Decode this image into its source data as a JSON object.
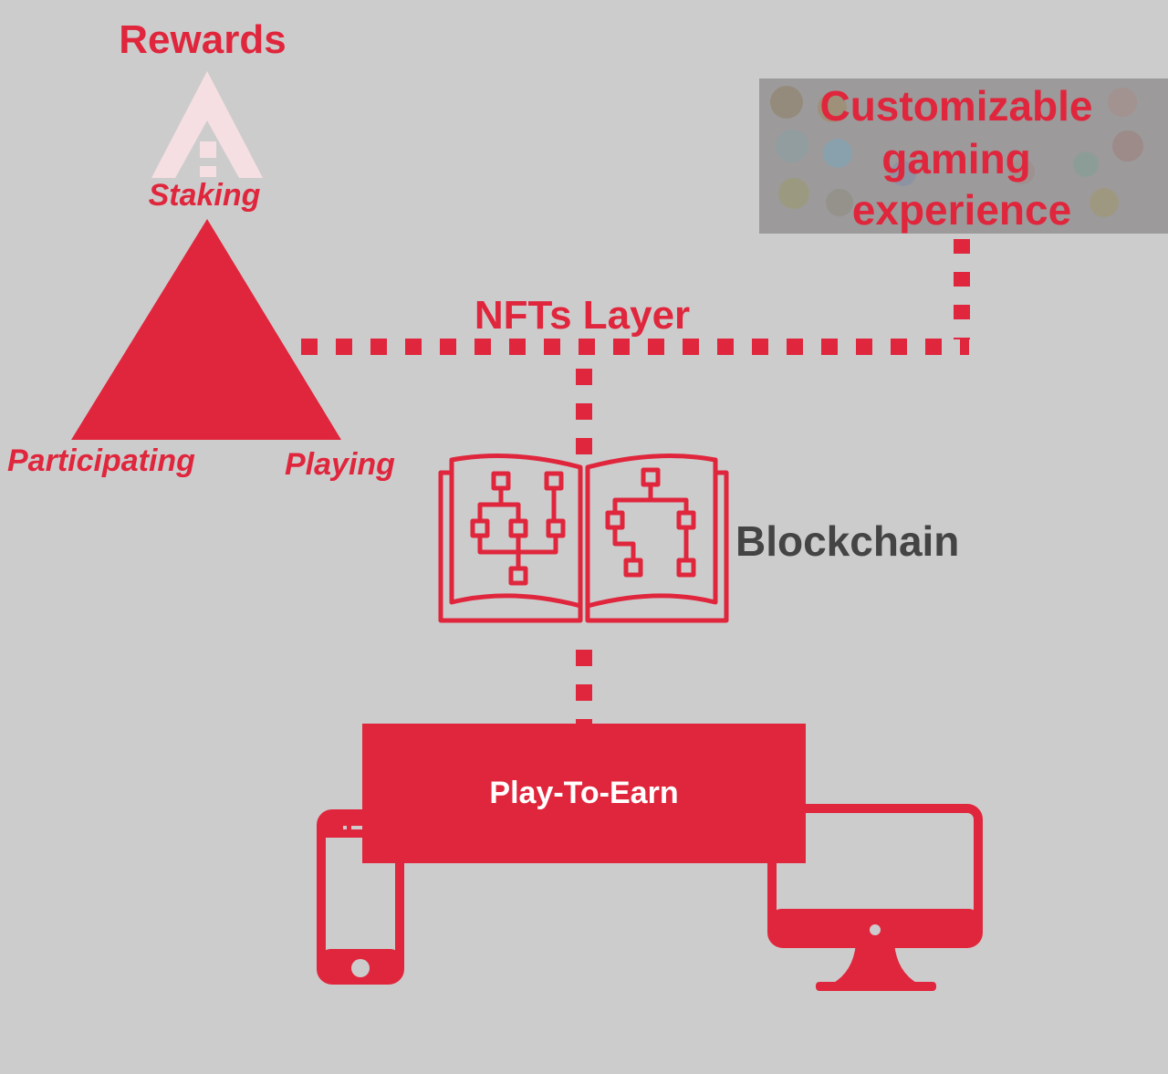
{
  "labels": {
    "rewards": "Rewards",
    "staking": "Staking",
    "participating": "Participating",
    "playing": "Playing",
    "nfts_layer": "NFTs Layer",
    "customizable_line1": "Customizable",
    "customizable_line2": "gaming",
    "customizable_line3": "experience",
    "blockchain": "Blockchain",
    "play_to_earn": "Play-To-Earn"
  },
  "colors": {
    "background": "#cdcccd",
    "accent": "#e0263c",
    "dark_text": "#444444",
    "light_arrow": "#f6dfe2",
    "image_panel": "#9c9a9b"
  },
  "icons": [
    "up-arrow-icon",
    "triangle-icon",
    "blockchain-book-icon",
    "smartphone-icon",
    "desktop-monitor-icon",
    "game-characters-image"
  ]
}
